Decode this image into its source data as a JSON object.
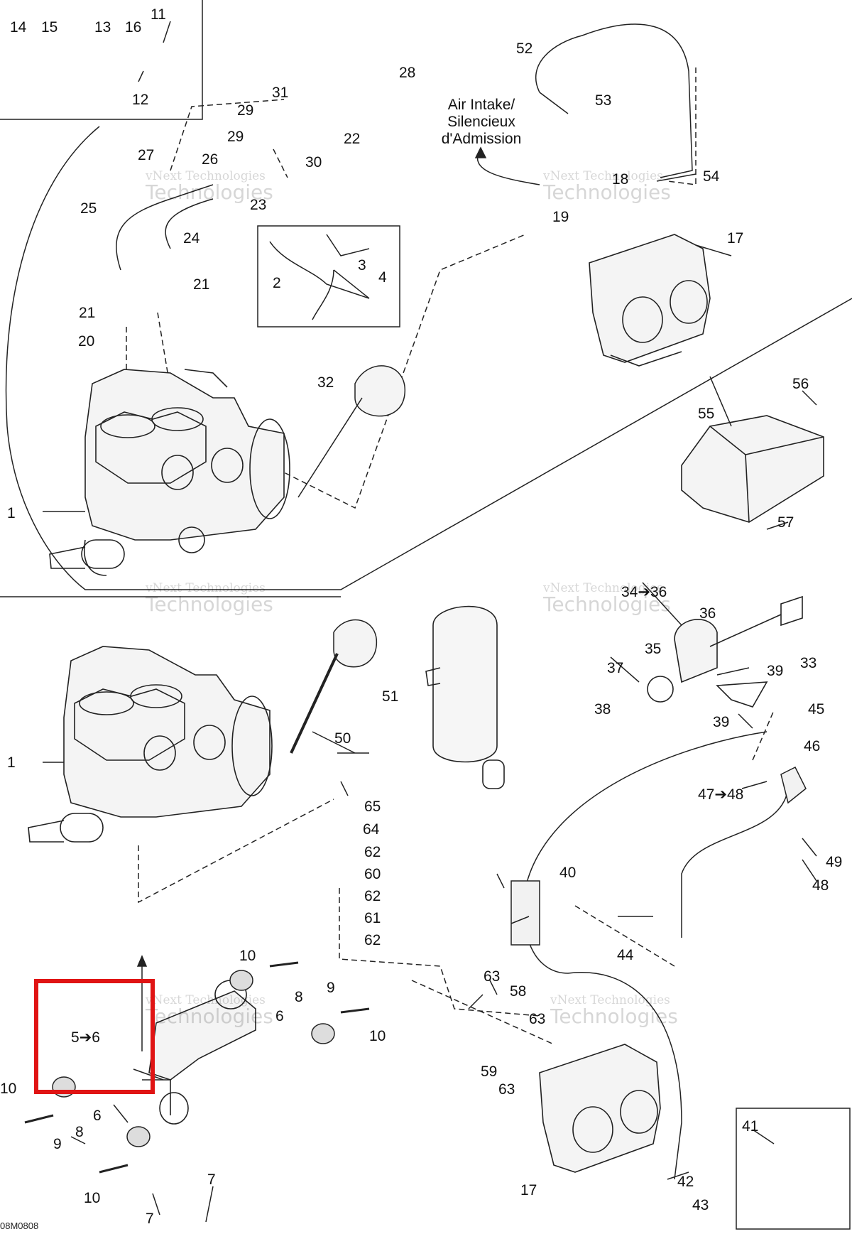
{
  "figure": {
    "drawing_code": "08M0808",
    "air_intake_note": [
      "Air Intake/",
      "Silencieux",
      "d'Admission"
    ],
    "watermark": [
      "vNext Technologies",
      "Technologies"
    ],
    "highlight_label": "5➔6",
    "callouts": [
      "1",
      "2",
      "3",
      "4",
      "6",
      "7",
      "8",
      "9",
      "10",
      "11",
      "12",
      "13",
      "14",
      "15",
      "16",
      "17",
      "18",
      "19",
      "20",
      "21",
      "22",
      "23",
      "24",
      "25",
      "26",
      "27",
      "28",
      "29",
      "30",
      "31",
      "32",
      "33",
      "34➔36",
      "35",
      "36",
      "37",
      "38",
      "39",
      "40",
      "41",
      "42",
      "43",
      "44",
      "45",
      "46",
      "47➔48",
      "48",
      "49",
      "50",
      "51",
      "52",
      "53",
      "54",
      "55",
      "56",
      "57",
      "58",
      "59",
      "60",
      "61",
      "62",
      "63",
      "64",
      "65"
    ]
  }
}
